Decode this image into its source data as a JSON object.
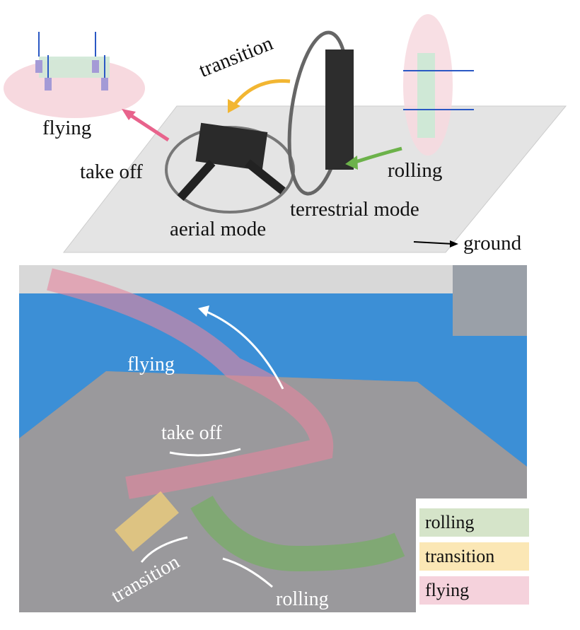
{
  "top_diagram": {
    "labels": {
      "flying": "flying",
      "take_off": "take off",
      "transition": "transition",
      "aerial_mode": "aerial mode",
      "terrestrial_mode": "terrestrial mode",
      "rolling": "rolling",
      "ground": "ground"
    }
  },
  "photo": {
    "labels": {
      "flying": "flying",
      "take_off": "take off",
      "transition": "transition",
      "rolling": "rolling"
    },
    "legend": [
      {
        "label": "rolling",
        "color": "#d5e4c9"
      },
      {
        "label": "transition",
        "color": "#fbe7b5"
      },
      {
        "label": "flying",
        "color": "#f5d2dc"
      }
    ]
  },
  "colors": {
    "flying": "#e8638c",
    "transition": "#f2b632",
    "rolling": "#6cb24a"
  }
}
